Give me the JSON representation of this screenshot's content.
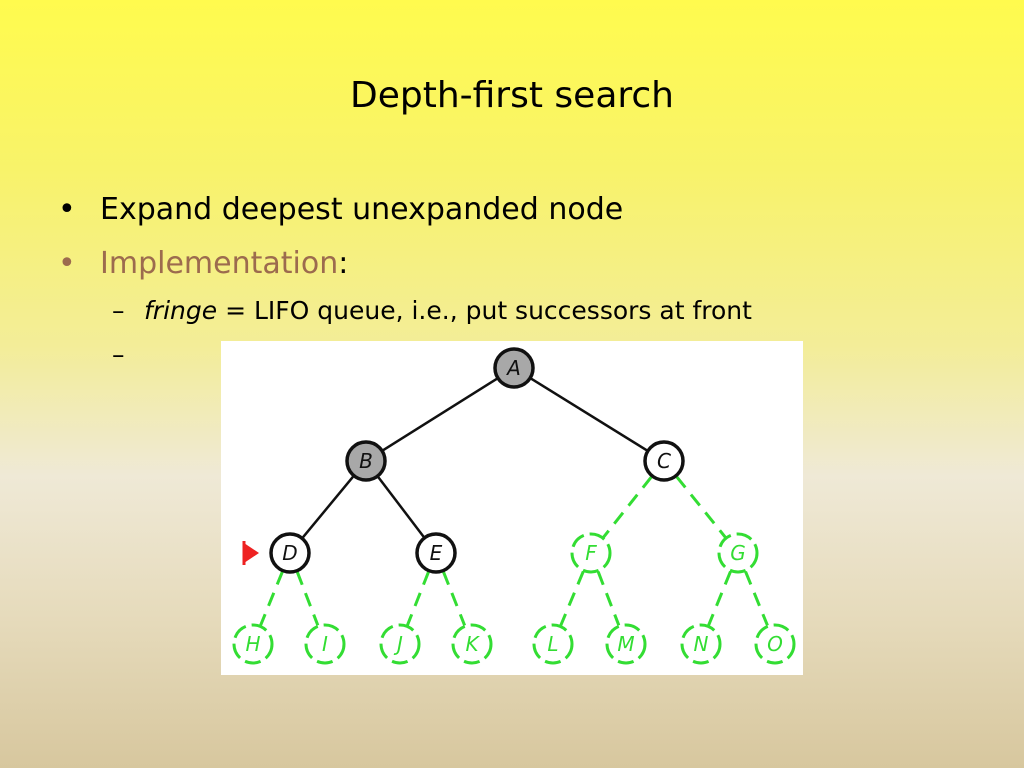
{
  "slide": {
    "title": "Depth-first search",
    "bullets": [
      {
        "bullet_char": "•",
        "text": "Expand deepest unexpanded node"
      },
      {
        "bullet_char": "•",
        "accent_text": "Implementation",
        "rest_text": ":"
      }
    ],
    "sub_bullets": [
      {
        "dash": "–",
        "italic_text": "fringe",
        "text": " = LIFO queue, i.e., put successors at front"
      },
      {
        "dash": "–",
        "text": ""
      }
    ]
  },
  "diagram": {
    "colors": {
      "expanded": "#a8a8a8",
      "frontier": "#ffffff",
      "unvisited": "#33dd33",
      "marker": "#ee2222"
    },
    "nodes": [
      {
        "id": "A",
        "label": "A",
        "state": "expanded"
      },
      {
        "id": "B",
        "label": "B",
        "state": "expanded"
      },
      {
        "id": "C",
        "label": "C",
        "state": "frontier"
      },
      {
        "id": "D",
        "label": "D",
        "state": "frontier",
        "current": true
      },
      {
        "id": "E",
        "label": "E",
        "state": "frontier"
      },
      {
        "id": "F",
        "label": "F",
        "state": "unvisited"
      },
      {
        "id": "G",
        "label": "G",
        "state": "unvisited"
      },
      {
        "id": "H",
        "label": "H",
        "state": "unvisited"
      },
      {
        "id": "I",
        "label": "I",
        "state": "unvisited"
      },
      {
        "id": "J",
        "label": "J",
        "state": "unvisited"
      },
      {
        "id": "K",
        "label": "K",
        "state": "unvisited"
      },
      {
        "id": "L",
        "label": "L",
        "state": "unvisited"
      },
      {
        "id": "M",
        "label": "M",
        "state": "unvisited"
      },
      {
        "id": "N",
        "label": "N",
        "state": "unvisited"
      },
      {
        "id": "O",
        "label": "O",
        "state": "unvisited"
      }
    ],
    "edges": [
      [
        "A",
        "B"
      ],
      [
        "A",
        "C"
      ],
      [
        "B",
        "D"
      ],
      [
        "B",
        "E"
      ],
      [
        "C",
        "F"
      ],
      [
        "C",
        "G"
      ],
      [
        "D",
        "H"
      ],
      [
        "D",
        "I"
      ],
      [
        "E",
        "J"
      ],
      [
        "E",
        "K"
      ],
      [
        "F",
        "L"
      ],
      [
        "F",
        "M"
      ],
      [
        "G",
        "N"
      ],
      [
        "G",
        "O"
      ]
    ]
  }
}
